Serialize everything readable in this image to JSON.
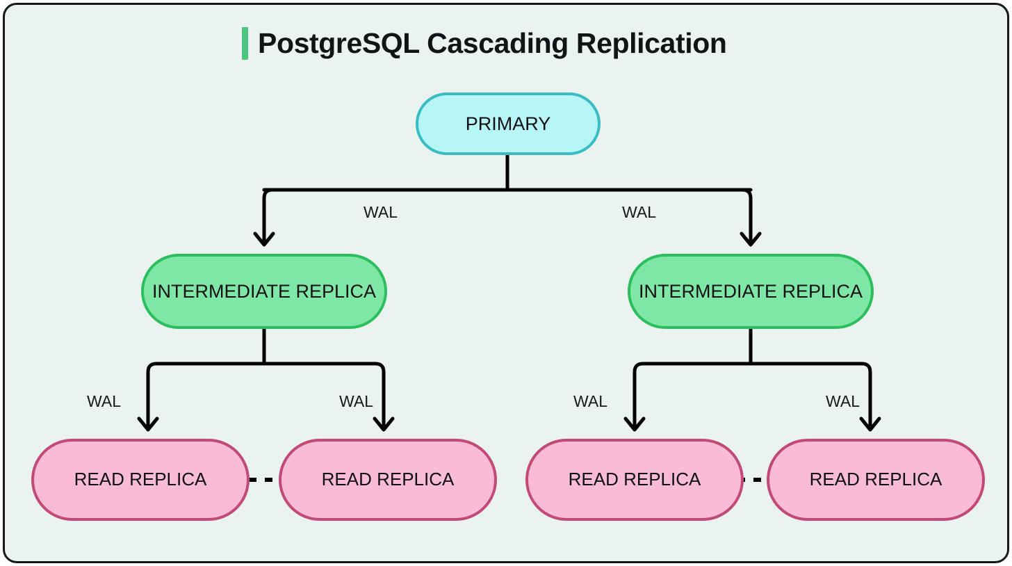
{
  "page": {
    "background": "#ffffff",
    "card_background": "#eaf3ef",
    "card_border_color": "#14181a"
  },
  "header": {
    "title": "PostgreSQL Cascading Replication",
    "accent_color": "#4cc67f"
  },
  "diagram": {
    "type": "tree",
    "colors": {
      "primary_fill": "#b6f6f6",
      "primary_border": "#39bcc4",
      "intermediate_fill": "#7fe7a6",
      "intermediate_border": "#2bbe5f",
      "read_fill": "#f9bbd5",
      "read_border": "#c24a75",
      "connector": "#000000"
    },
    "nodes": {
      "primary": {
        "label": "PRIMARY"
      },
      "intermediate_left": {
        "label": "INTERMEDIATE REPLICA"
      },
      "intermediate_right": {
        "label": "INTERMEDIATE REPLICA"
      },
      "read_1": {
        "label": "READ REPLICA"
      },
      "read_2": {
        "label": "READ REPLICA"
      },
      "read_3": {
        "label": "READ REPLICA"
      },
      "read_4": {
        "label": "READ REPLICA"
      }
    },
    "edge_labels": {
      "primary_to_left": "WAL",
      "primary_to_right": "WAL",
      "left_to_read1": "WAL",
      "left_to_read2": "WAL",
      "right_to_read3": "WAL",
      "right_to_read4": "WAL"
    },
    "peer_links": [
      {
        "from": "read_1",
        "to": "read_2",
        "style": "dashed"
      },
      {
        "from": "read_3",
        "to": "read_4",
        "style": "dashed"
      }
    ]
  }
}
